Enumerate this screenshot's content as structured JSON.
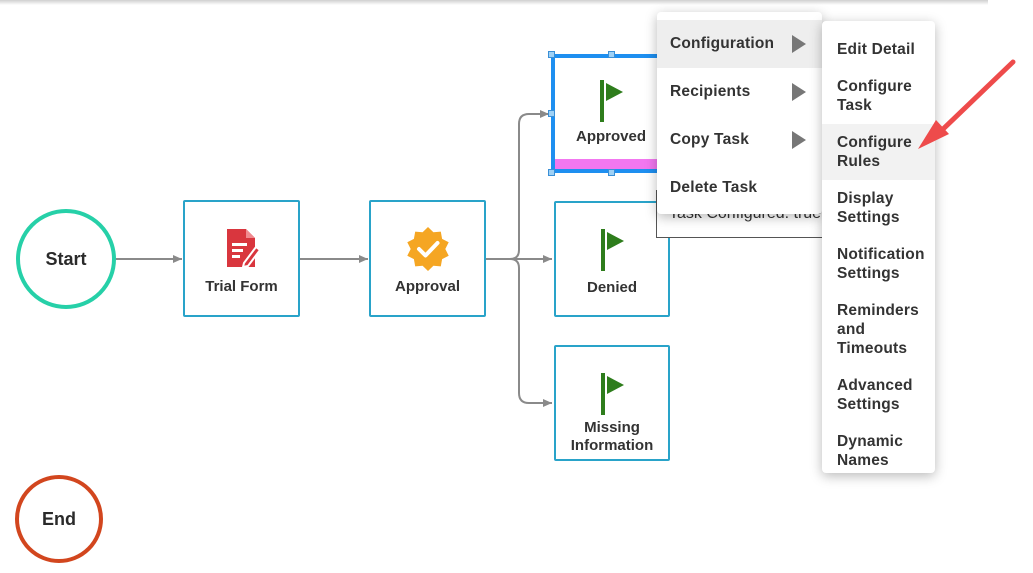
{
  "nodes": {
    "start": "Start",
    "end": "End",
    "trial_form": "Trial Form",
    "approval": "Approval",
    "approved": "Approved",
    "denied": "Denied",
    "missing_information_line1": "Missing",
    "missing_information_line2": "Information"
  },
  "tooltip": {
    "text": "Task Configured: true"
  },
  "context_menu": {
    "items": [
      {
        "label": "Configuration",
        "has_submenu": true
      },
      {
        "label": "Recipients",
        "has_submenu": true
      },
      {
        "label": "Copy Task",
        "has_submenu": true
      },
      {
        "label": "Delete Task",
        "has_submenu": false
      }
    ]
  },
  "submenu": {
    "items": [
      "Edit Detail",
      "Configure Task",
      "Configure Rules",
      "Display Settings",
      "Notification Settings",
      "Reminders and Timeouts",
      "Advanced Settings",
      "Dynamic Names"
    ],
    "highlighted": "Configure Rules"
  },
  "colors": {
    "start_ring": "#26d0a8",
    "end_ring": "#d2461e",
    "node_border": "#29a3c9",
    "selected_border": "#1e8ff0",
    "flag_green": "#2e7d1c",
    "form_red": "#d9363e",
    "badge_orange": "#f5a623",
    "pointer_red": "#ee4b4b"
  },
  "icons": {
    "trial_form": "form-document-icon",
    "approval": "approval-badge-icon",
    "flags": "flag-icon",
    "pointer": "red-arrow-annotation"
  }
}
